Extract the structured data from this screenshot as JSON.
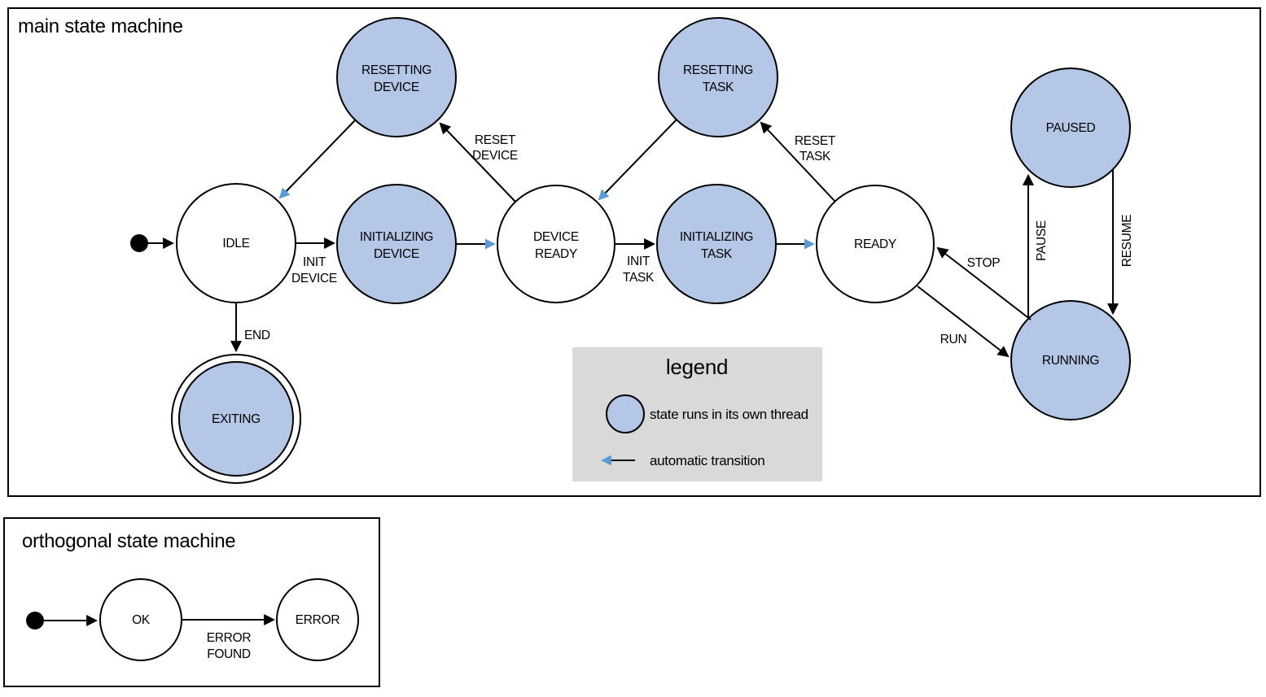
{
  "colors": {
    "threaded_state_fill": "#b4c7e7",
    "plain_state_fill": "#ffffff",
    "auto_transition": "#5b9bd5",
    "normal_transition": "#000000",
    "legend_background": "#d9d9d9"
  },
  "main_machine": {
    "title": "main state machine",
    "states": {
      "idle": {
        "label": "IDLE",
        "threaded": false
      },
      "resetting_device": {
        "label_line1": "RESETTING",
        "label_line2": "DEVICE",
        "threaded": true
      },
      "initializing_device": {
        "label_line1": "INITIALIZING",
        "label_line2": "DEVICE",
        "threaded": true
      },
      "device_ready": {
        "label_line1": "DEVICE",
        "label_line2": "READY",
        "threaded": false
      },
      "resetting_task": {
        "label_line1": "RESETTING",
        "label_line2": "TASK",
        "threaded": true
      },
      "initializing_task": {
        "label_line1": "INITIALIZING",
        "label_line2": "TASK",
        "threaded": true
      },
      "ready": {
        "label": "READY",
        "threaded": false
      },
      "paused": {
        "label": "PAUSED",
        "threaded": true
      },
      "running": {
        "label": "RUNNING",
        "threaded": true
      },
      "exiting": {
        "label": "EXITING",
        "threaded": true,
        "final": true
      }
    },
    "transitions": {
      "start_to_idle": {
        "from": "initial",
        "to": "idle",
        "type": "normal"
      },
      "init_device": {
        "label_line1": "INIT",
        "label_line2": "DEVICE",
        "from": "idle",
        "to": "initializing_device",
        "type": "normal"
      },
      "auto_device_ready": {
        "from": "initializing_device",
        "to": "device_ready",
        "type": "automatic"
      },
      "reset_device": {
        "label_line1": "RESET",
        "label_line2": "DEVICE",
        "from": "device_ready",
        "to": "resetting_device",
        "type": "normal"
      },
      "auto_idle": {
        "from": "resetting_device",
        "to": "idle",
        "type": "automatic"
      },
      "init_task": {
        "label_line1": "INIT",
        "label_line2": "TASK",
        "from": "device_ready",
        "to": "initializing_task",
        "type": "normal"
      },
      "auto_ready": {
        "from": "initializing_task",
        "to": "ready",
        "type": "automatic"
      },
      "reset_task": {
        "label_line1": "RESET",
        "label_line2": "TASK",
        "from": "ready",
        "to": "resetting_task",
        "type": "normal"
      },
      "auto_device_ready_2": {
        "from": "resetting_task",
        "to": "device_ready",
        "type": "automatic"
      },
      "run": {
        "label": "RUN",
        "from": "ready",
        "to": "running",
        "type": "normal"
      },
      "stop": {
        "label": "STOP",
        "from": "running",
        "to": "ready",
        "type": "normal"
      },
      "pause": {
        "label": "PAUSE",
        "from": "running",
        "to": "paused",
        "type": "normal"
      },
      "resume": {
        "label": "RESUME",
        "from": "paused",
        "to": "running",
        "type": "normal"
      },
      "end": {
        "label": "END",
        "from": "idle",
        "to": "exiting",
        "type": "normal"
      }
    }
  },
  "legend": {
    "title": "legend",
    "threaded_state_label": "state runs in its own thread",
    "automatic_transition_label": "automatic transition"
  },
  "orthogonal_machine": {
    "title": "orthogonal state machine",
    "states": {
      "ok": {
        "label": "OK",
        "threaded": false
      },
      "error": {
        "label": "ERROR",
        "threaded": false
      }
    },
    "transitions": {
      "start_to_ok": {
        "from": "initial",
        "to": "ok",
        "type": "normal"
      },
      "error_found": {
        "label_line1": "ERROR",
        "label_line2": "FOUND",
        "from": "ok",
        "to": "error",
        "type": "normal"
      }
    }
  }
}
